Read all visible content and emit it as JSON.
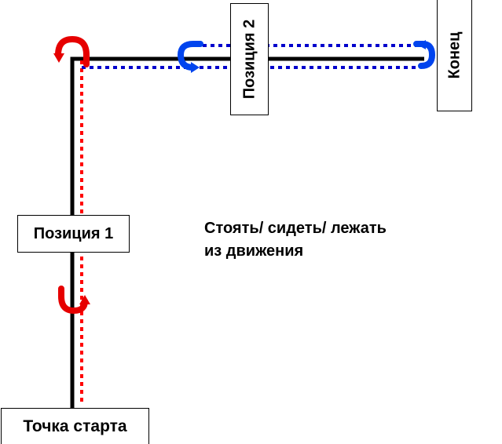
{
  "labels": {
    "start": "Точка старта",
    "position1": "Позиция 1",
    "position2": "Позиция 2",
    "end": "Конец"
  },
  "caption": {
    "line1": "Стоять/ сидеть/ лежать",
    "line2": "из движения"
  },
  "colors": {
    "path": "#000000",
    "route_red": "#ff0000",
    "route_blue": "#0000cc",
    "turn_red_fill": "#e60000",
    "turn_blue_fill": "#0044ee"
  },
  "icons": {
    "turn_red": "u-turn-arrow-red",
    "turn_blue": "u-turn-arrow-blue"
  }
}
